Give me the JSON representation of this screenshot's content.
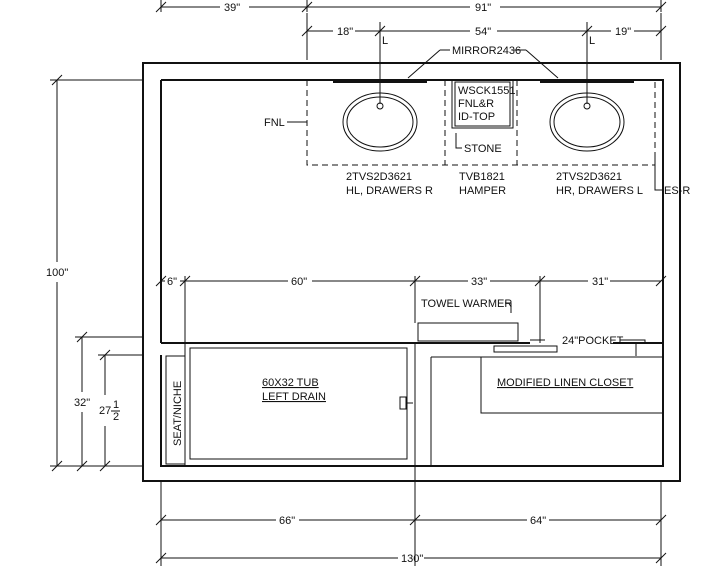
{
  "dimensions": {
    "top_left": "39\"",
    "top_right": "91\"",
    "vanity_left": "18\"",
    "vanity_mid": "54\"",
    "vanity_right": "19\"",
    "left_height": "100\"",
    "left_tub_outer": "32\"",
    "left_tub_inner_whole": "27",
    "left_tub_inner_num": "1",
    "left_tub_inner_den": "2",
    "mid_a": "6\"",
    "mid_b": "60\"",
    "mid_c": "33\"",
    "mid_d": "31\"",
    "bottom_left": "66\"",
    "bottom_right": "64\"",
    "bottom_total": "130\""
  },
  "labels": {
    "centerline": "L",
    "mirror": "MIRROR2436",
    "fnl": "FNL",
    "wsck_1": "WSCK1551",
    "wsck_2": "FNL&R",
    "wsck_3": "ID-TOP",
    "stone": "STONE",
    "vanity_left_1": "2TVS2D3621",
    "vanity_left_2": "HL, DRAWERS R",
    "hamper_1": "TVB1821",
    "hamper_2": "HAMPER",
    "vanity_right_1": "2TVS2D3621",
    "vanity_right_2": "HR, DRAWERS L",
    "es_r": "ES-R",
    "towel_warmer": "TOWEL WARMER",
    "pocket": "24\"POCKET",
    "tub_1": "60X32 TUB",
    "tub_2": "LEFT DRAIN",
    "seat_niche": "SEAT/NICHE",
    "linen_closet": "MODIFIED LINEN CLOSET"
  }
}
